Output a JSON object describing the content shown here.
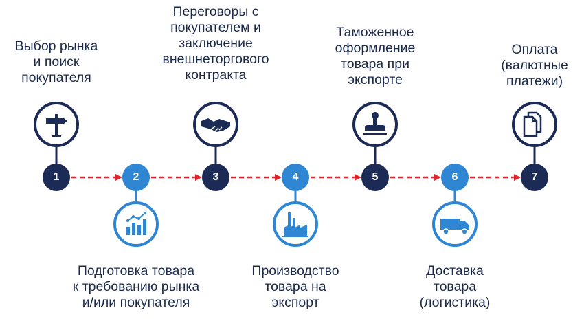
{
  "steps": [
    {
      "number": "1",
      "label": "Выбор рынка\nи поиск\nпокупателя",
      "icon": "signpost-icon"
    },
    {
      "number": "2",
      "label": "Подготовка товара\nк требованию рынка\nи/или покупателя",
      "icon": "bar-chart-icon"
    },
    {
      "number": "3",
      "label": "Переговоры с\nпокупателем и\nзаключение\nвнешнеторгового\nконтракта",
      "icon": "handshake-icon"
    },
    {
      "number": "4",
      "label": "Производство\nтовара на\nэкспорт",
      "icon": "factory-icon"
    },
    {
      "number": "5",
      "label": "Таможенное\nоформление\nтовара при\nэкспорте",
      "icon": "stamp-icon"
    },
    {
      "number": "6",
      "label": "Доставка\nтовара\n(логистика)",
      "icon": "truck-icon"
    },
    {
      "number": "7",
      "label": "Оплата\n(валютные\nплатежи)",
      "icon": "documents-icon"
    }
  ],
  "colors": {
    "dark_navy": "#1c2b55",
    "light_blue": "#2f86d3",
    "arrow_red": "#e0262b",
    "text": "#1b2a4a"
  }
}
